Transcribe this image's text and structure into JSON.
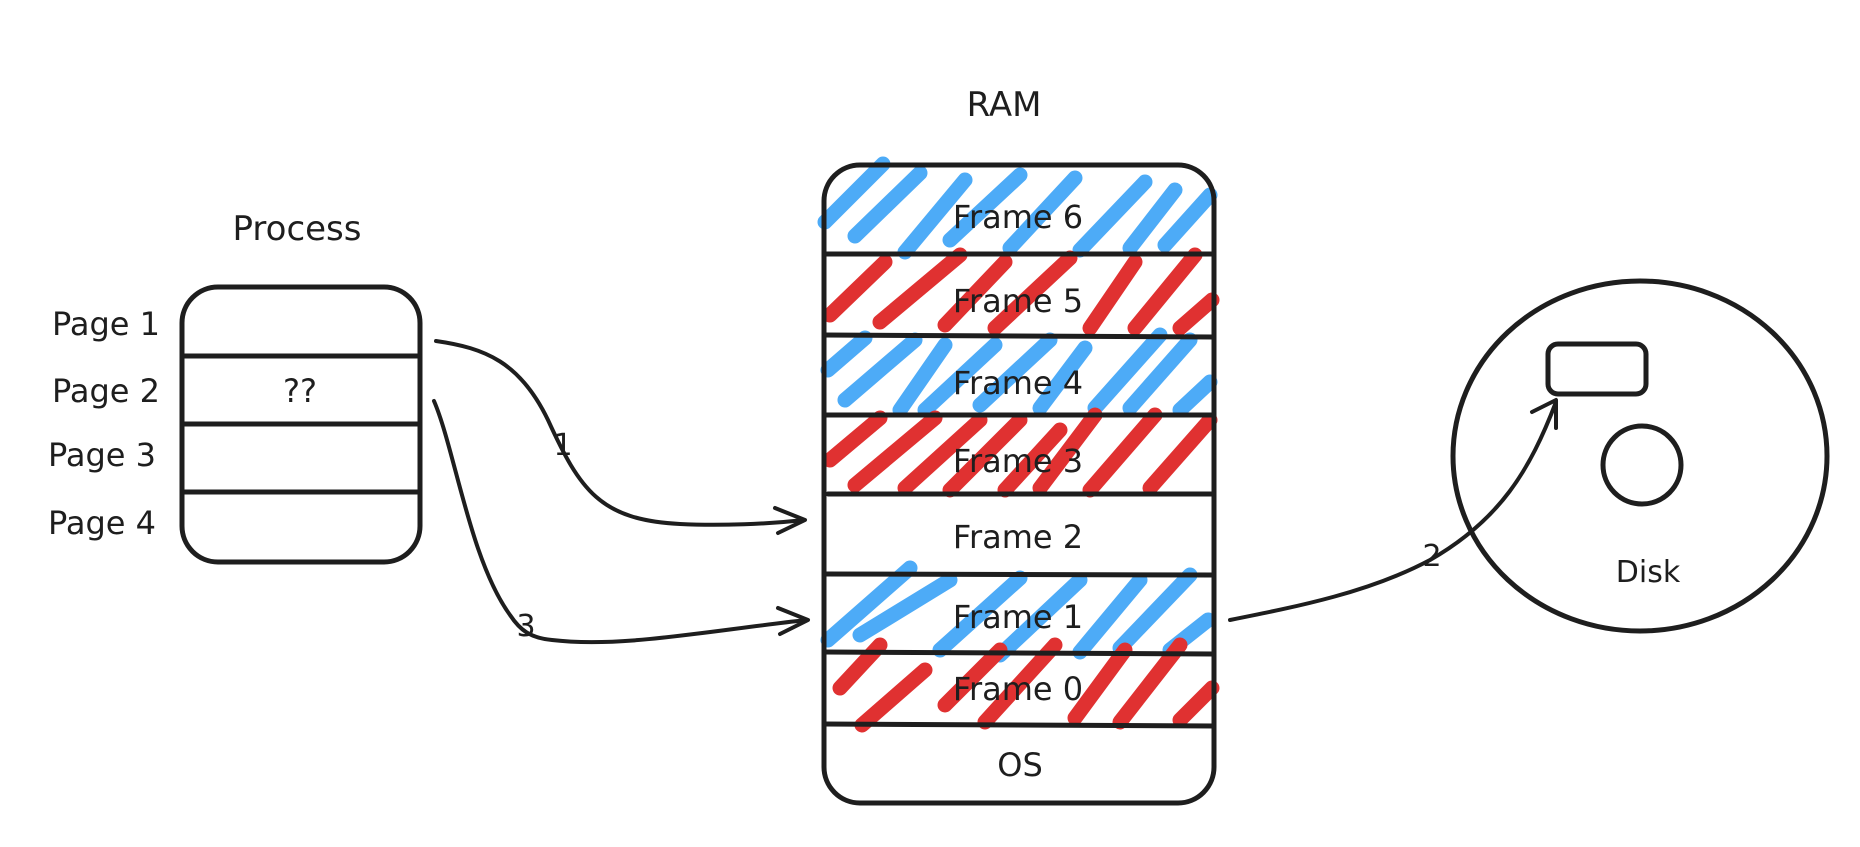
{
  "process": {
    "title": "Process",
    "pages": [
      "Page 1",
      "Page 2",
      "Page 3",
      "Page 4"
    ],
    "page2_content": "??"
  },
  "ram": {
    "title": "RAM",
    "frames": [
      "Frame 6",
      "Frame 5",
      "Frame 4",
      "Frame 3",
      "Frame 2",
      "Frame 1",
      "Frame 0",
      "OS"
    ],
    "frame_fill": [
      "blue",
      "red",
      "blue",
      "red",
      "none",
      "blue",
      "red",
      "none"
    ]
  },
  "disk": {
    "title": "Disk"
  },
  "arrows": {
    "a1": "1",
    "a2": "2",
    "a3": "3"
  },
  "colors": {
    "stroke": "#1e1e1e",
    "blue": "#4dabf7",
    "red": "#e03131"
  }
}
